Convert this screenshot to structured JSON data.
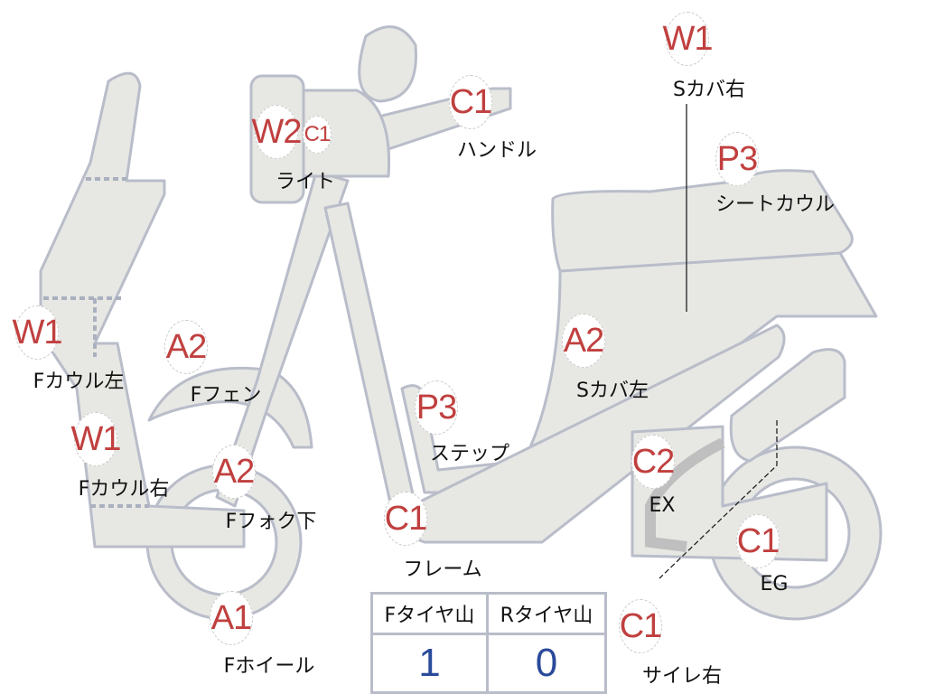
{
  "colors": {
    "code": "#c0403f",
    "value": "#2a4a9a",
    "body": "#e7e7e4",
    "outline": "#b9bdc9"
  },
  "parts": [
    {
      "code": "W1",
      "label": "Sカバ右"
    },
    {
      "code": "P3",
      "label": "シートカウル"
    },
    {
      "code": "C1",
      "label": "ハンドル"
    },
    {
      "code": "W2",
      "label": "ライト"
    },
    {
      "code": "C1",
      "label": ""
    },
    {
      "code": "W1",
      "label": "Fカウル左"
    },
    {
      "code": "A2",
      "label": "Fフェン"
    },
    {
      "code": "W1",
      "label": "Fカウル右"
    },
    {
      "code": "A2",
      "label": "Fフォク下"
    },
    {
      "code": "A1",
      "label": "Fホイール"
    },
    {
      "code": "P3",
      "label": "ステップ"
    },
    {
      "code": "A2",
      "label": "Sカバ左"
    },
    {
      "code": "C2",
      "label": "EX"
    },
    {
      "code": "C1",
      "label": "フレーム"
    },
    {
      "code": "C1",
      "label": "EG"
    },
    {
      "code": "C1",
      "label": "サイレ右"
    }
  ],
  "tire_table": {
    "headers": [
      "Fタイヤ山",
      "Rタイヤ山"
    ],
    "values": [
      "1",
      "0"
    ]
  }
}
